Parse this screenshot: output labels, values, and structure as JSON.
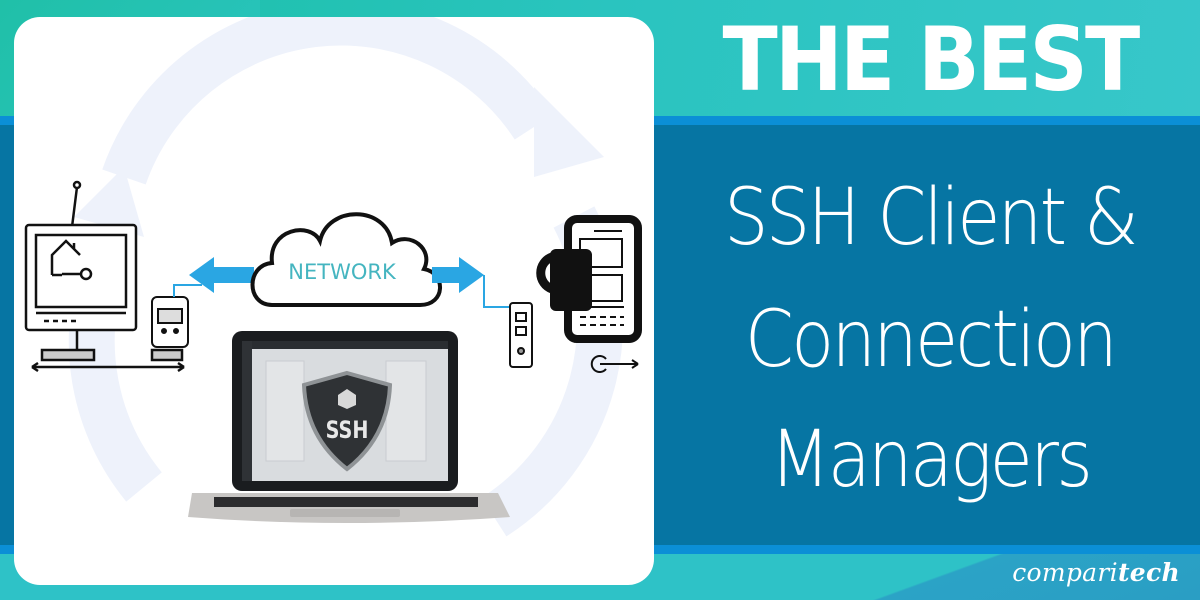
{
  "banner": {
    "kicker": "THE BEST",
    "title_lines": [
      "SSH Client &",
      "Connection",
      "Managers"
    ],
    "brand": {
      "prefix": "compari",
      "suffix": "tech"
    }
  },
  "illustration": {
    "cloud_label": "NETWORK",
    "shield_label": "SSH",
    "icons": [
      "home-key-monitor-icon",
      "remote-control-device-icon",
      "cloud-network-icon",
      "left-arrow-icon",
      "right-arrow-icon",
      "laptop-icon",
      "ssh-shield-icon",
      "padlock-tablet-icon",
      "usb-device-icon",
      "two-way-arrow-icon"
    ]
  },
  "colors": {
    "teal_top": "#2ac4bf",
    "deep_blue": "#0675a3",
    "accent_stripe": "#0b8fd6",
    "teal_bottom": "#2ec2c7",
    "arrow_blue": "#2aa6e3",
    "cloud_text": "#45b5c0",
    "white": "#ffffff"
  }
}
